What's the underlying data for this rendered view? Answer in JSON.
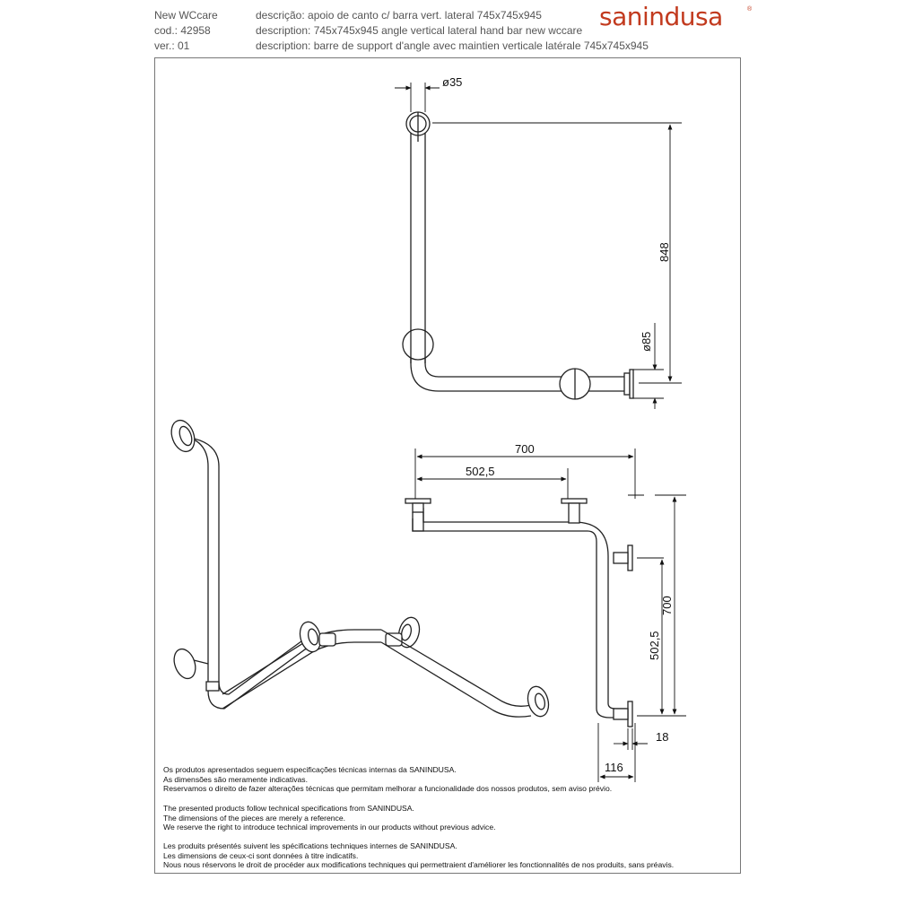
{
  "header": {
    "product": "New WCcare",
    "code": "cod.: 42958",
    "version": "ver.: 01",
    "desc_pt": "descrição: apoio de canto c/ barra vert. lateral 745x745x945",
    "desc_en": "description: 745x745x945 angle vertical lateral hand bar new wccare",
    "desc_fr": "description: barre de support d'angle avec maintien verticale latérale 745x745x945"
  },
  "brand": {
    "logo_text": "sanindusa",
    "color": "#c23a1e"
  },
  "dimensions": {
    "d35": "ø35",
    "h848": "848",
    "d85": "ø85",
    "w700": "700",
    "w502": "502,5",
    "h700": "700",
    "h502": "502,5",
    "d18": "18",
    "d116": "116"
  },
  "footer": {
    "pt": [
      "Os produtos apresentados seguem especificações técnicas internas da SANINDUSA.",
      "As dimensões são meramente indicativas.",
      "Reservamos o direito de fazer alterações técnicas que permitam melhorar a funcionalidade dos nossos produtos, sem aviso prévio."
    ],
    "en": [
      "The presented products follow technical specifications from SANINDUSA.",
      "The dimensions of the pieces are merely a reference.",
      "We reserve the right to introduce technical improvements in our products without previous advice."
    ],
    "fr": [
      "Les produits présentés suivent les spécifications techniques internes de SANINDUSA.",
      "Les dimensions de ceux-ci sont données à titre indicatifs.",
      "Nous nous réservons le droit de procéder aux modifications techniques qui permettraient d'améliorer les fonctionnalités de nos produits, sans préavis."
    ]
  }
}
